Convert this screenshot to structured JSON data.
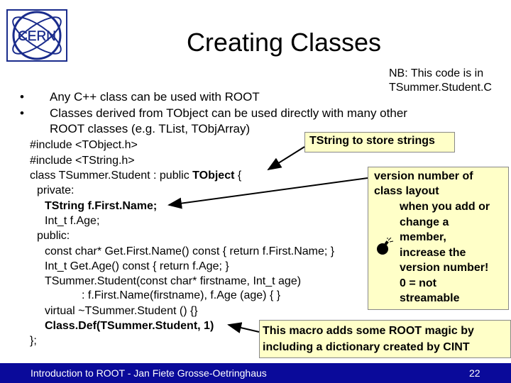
{
  "slide": {
    "title": "Creating Classes",
    "logo_text": "CERN",
    "note": [
      "NB: This code is in",
      "TSummer.Student.C"
    ],
    "bullets": [
      {
        "marker": "•",
        "text": "Any C++ class can be used with ROOT"
      },
      {
        "marker": "•",
        "text": "Classes derived from TObject can be used directly with many other"
      }
    ],
    "bullet2_cont": "ROOT classes (e.g. TList, TObjArray)",
    "code": {
      "include1": "#include <TObject.h>",
      "include2": "#include <TString.h>",
      "class_decl_prefix": "class TSummer.Student : public ",
      "class_decl_base": "TObject",
      "class_decl_suffix": " {",
      "private": "private:",
      "member1": "TString f.First.Name;",
      "member2": "Int_t f.Age;",
      "public": "public:",
      "getter1": "const char* Get.First.Name() const { return f.First.Name; }",
      "getter2": "Int_t Get.Age() const { return f.Age; }",
      "ctor": "TSummer.Student(const char* firstname, Int_t age)",
      "ctor_init": ": f.First.Name(firstname), f.Age (age) { }",
      "dtor": "virtual ~TSummer.Student () {}",
      "classdef": "Class.Def(TSummer.Student, 1)",
      "end": "};"
    },
    "callouts": {
      "tstring": "TString to store strings",
      "version": [
        "version number of",
        "class layout",
        "when you add or",
        "change a",
        "member,",
        "increase the",
        "version number!",
        "0 = not",
        "streamable"
      ],
      "macro": [
        "This macro adds some ROOT magic by",
        "including a dictionary created by CINT"
      ]
    },
    "footer": {
      "text": "Introduction to ROOT - Jan Fiete Grosse-Oetringhaus",
      "page": "22"
    },
    "colors": {
      "footer_bg": "#0a0a9a",
      "logo_blue": "#1a2c8c",
      "callout_bg": "#ffffc8"
    }
  }
}
